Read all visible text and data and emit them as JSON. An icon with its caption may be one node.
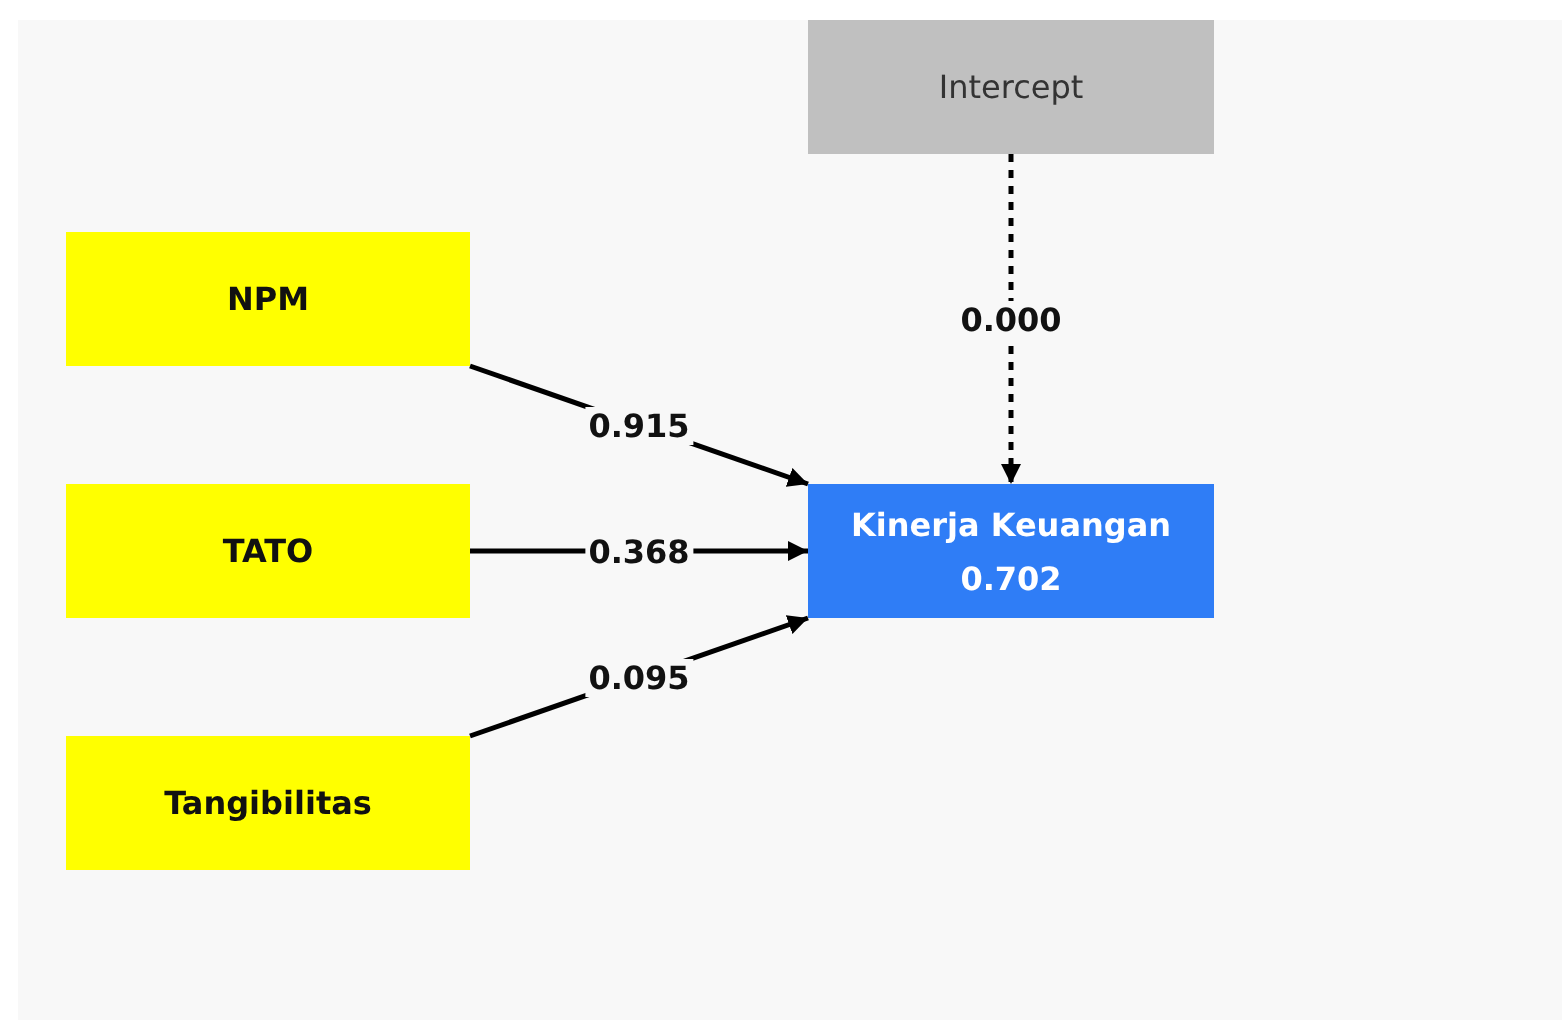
{
  "diagram": {
    "nodes": [
      {
        "text": [
          "Intercept"
        ]
      },
      {
        "text": [
          "NPM"
        ]
      },
      {
        "text": [
          "TATO"
        ]
      },
      {
        "text": [
          "Tangibilitas"
        ]
      },
      {
        "text": [
          "Kinerja Keuangan",
          "0.702"
        ]
      }
    ],
    "edges": [
      {
        "from": 0,
        "to": 4,
        "arrow": "to",
        "label": "0.000",
        "style": "dashed"
      },
      {
        "from": 1,
        "to": 4,
        "arrow": "to",
        "label": "0.915"
      },
      {
        "from": 2,
        "to": 4,
        "arrow": "to",
        "label": "0.368"
      },
      {
        "from": 3,
        "to": 4,
        "arrow": "to",
        "label": "0.095"
      }
    ]
  }
}
